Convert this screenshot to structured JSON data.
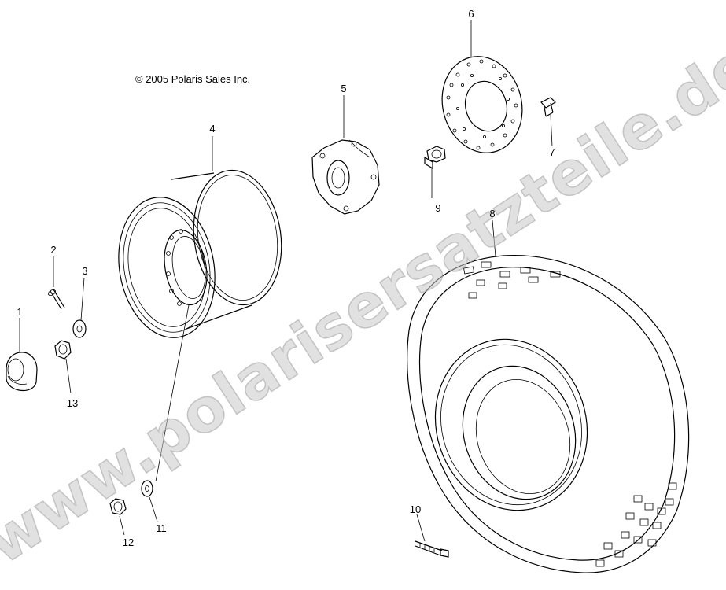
{
  "copyright": "© 2005 Polaris Sales Inc.",
  "watermark": "www.polarisersatzteile.de",
  "parts": [
    {
      "id": "1"
    },
    {
      "id": "2"
    },
    {
      "id": "3"
    },
    {
      "id": "4"
    },
    {
      "id": "5"
    },
    {
      "id": "6"
    },
    {
      "id": "7"
    },
    {
      "id": "8"
    },
    {
      "id": "9"
    },
    {
      "id": "10"
    },
    {
      "id": "11"
    },
    {
      "id": "12"
    },
    {
      "id": "13"
    }
  ]
}
